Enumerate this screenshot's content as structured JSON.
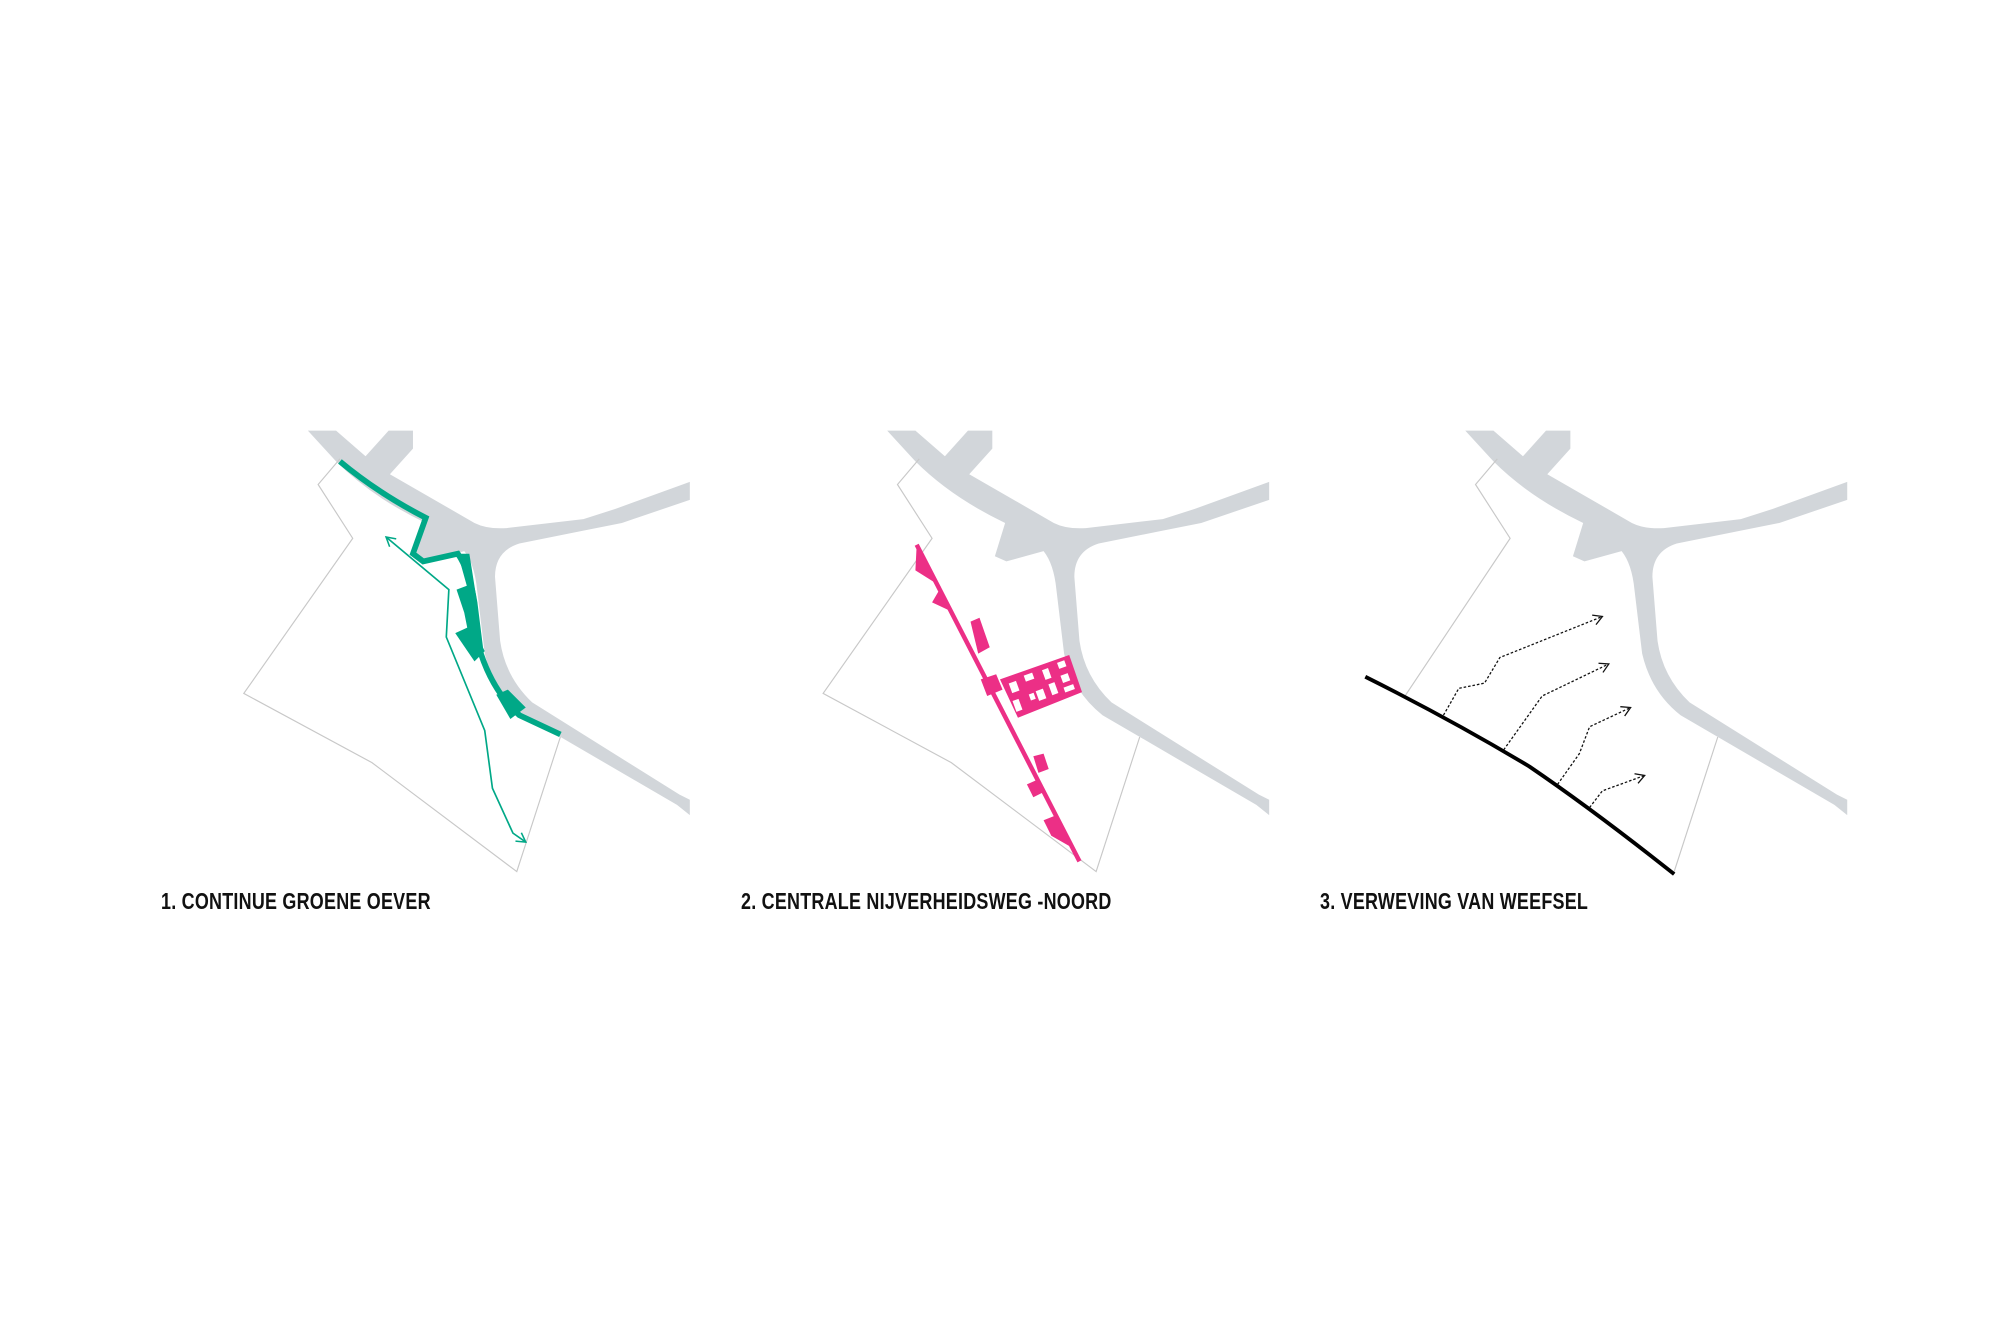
{
  "colors": {
    "road": "#d2d6da",
    "green": "#00a887",
    "pink": "#ec2f86",
    "black": "#000000",
    "boundary": "#c8c8c8"
  },
  "panels": [
    {
      "label": "1. CONTINUE GROENE OEVER"
    },
    {
      "label": "2. CENTRALE NIJVERHEIDSWEG -NOORD"
    },
    {
      "label": "3. VERWEVING VAN WEEFSEL"
    }
  ]
}
